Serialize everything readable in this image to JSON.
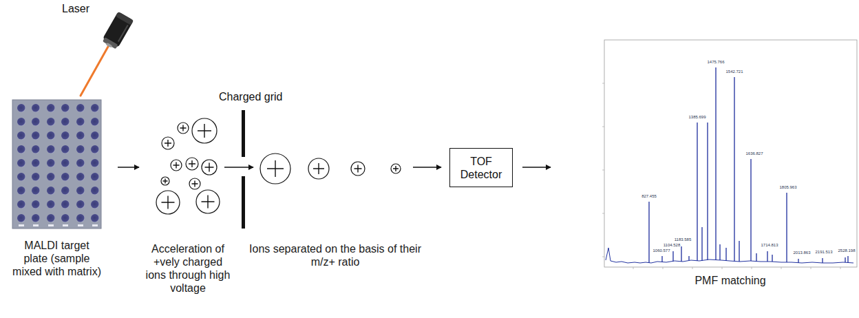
{
  "diagram": {
    "nodes": [
      {
        "text": [
          "MALDI target plate (sample mixed with matrix)"
        ]
      },
      {
        "text": [
          "Acceleration of +vely charged ions through high voltage"
        ]
      },
      {
        "text": [
          "Ions separated on the basis of their m/z+ ratio"
        ]
      },
      {
        "text": [
          "TOF Detector"
        ]
      },
      {
        "text": [
          "PMF matching"
        ]
      }
    ],
    "edges": [
      {
        "from": 0,
        "to": 1,
        "arrow": "to"
      },
      {
        "from": 1,
        "to": 2,
        "arrow": "to"
      },
      {
        "from": 2,
        "to": 3,
        "arrow": "to"
      },
      {
        "from": 3,
        "to": 4,
        "arrow": "to"
      }
    ],
    "labels": [
      "Laser",
      "Charged grid",
      "827.455",
      "1385.699",
      "1475.766",
      "1542.721",
      "1636.827",
      "1805.963",
      "1060.577",
      "1104.528",
      "1183.585",
      "1714.813",
      "2013.863",
      "2191.513",
      "2528.198"
    ]
  }
}
